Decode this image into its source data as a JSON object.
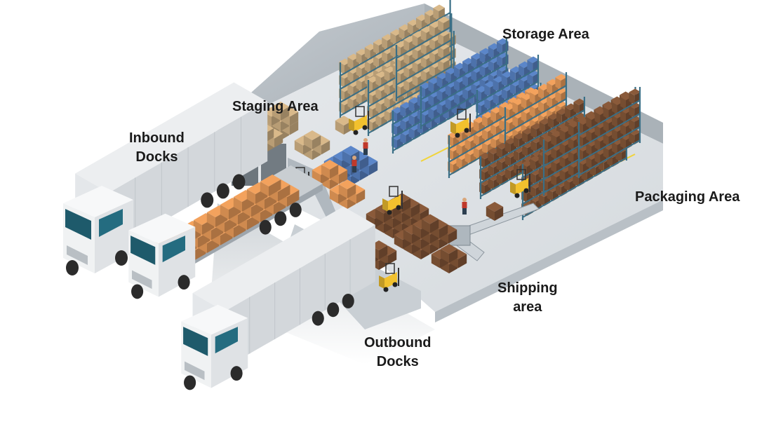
{
  "labels": {
    "storage": [
      "Storage Area"
    ],
    "staging": [
      "Staging Area"
    ],
    "inbound": [
      "Inbound",
      "Docks"
    ],
    "packaging": [
      "Packaging Area"
    ],
    "shipping": [
      "Shipping",
      "area"
    ],
    "outbound": [
      "Outbound",
      "Docks"
    ]
  },
  "colors": {
    "floor": "#dfe3e6",
    "wall": "#b5bcc2",
    "rack": "#3a6f86",
    "box_tan": "#d9b98a",
    "box_brown": "#8a5a3a",
    "box_orange": "#f3a25d",
    "box_blue": "#5b86c9",
    "forklift": "#f2c12e",
    "truck": "#e6e8ea",
    "cab_window": "#1e5a6b",
    "safety_line": "#f1d43a"
  },
  "icons": [
    "forklift-icon",
    "worker-icon",
    "truck-icon",
    "rack-icon",
    "box-icon",
    "conveyor-icon"
  ]
}
